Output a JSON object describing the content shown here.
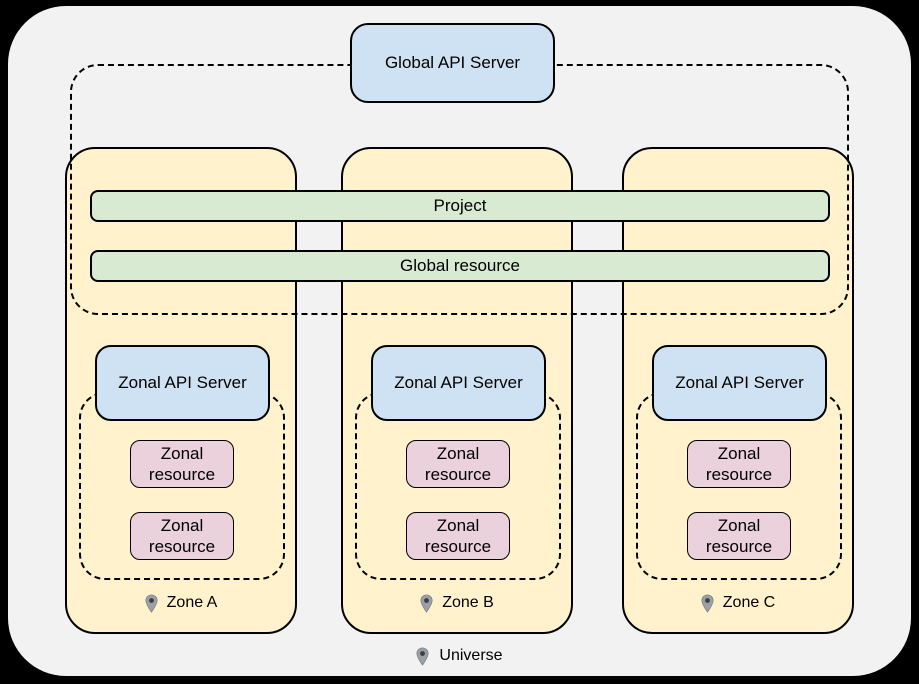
{
  "colors": {
    "background": "#000000",
    "surface": "#f2f2f2",
    "zone_fill": "#fff2cc",
    "server_fill": "#cfe2f3",
    "bar_fill": "#d9ead3",
    "resource_fill": "#ead1dc",
    "outline": "#000000",
    "pin_gray": "#9aa0a6",
    "pin_dot": "#3c4043"
  },
  "global_api_server": {
    "label": "Global API Server"
  },
  "global_bars": [
    {
      "label": "Project"
    },
    {
      "label": "Global resource"
    }
  ],
  "zones": [
    {
      "name": "Zone A",
      "api_server_label": "Zonal API Server",
      "resources": [
        {
          "label": "Zonal resource"
        },
        {
          "label": "Zonal resource"
        }
      ]
    },
    {
      "name": "Zone B",
      "api_server_label": "Zonal API Server",
      "resources": [
        {
          "label": "Zonal resource"
        },
        {
          "label": "Zonal resource"
        }
      ]
    },
    {
      "name": "Zone C",
      "api_server_label": "Zonal API Server",
      "resources": [
        {
          "label": "Zonal resource"
        },
        {
          "label": "Zonal resource"
        }
      ]
    }
  ],
  "universe_label": "Universe"
}
